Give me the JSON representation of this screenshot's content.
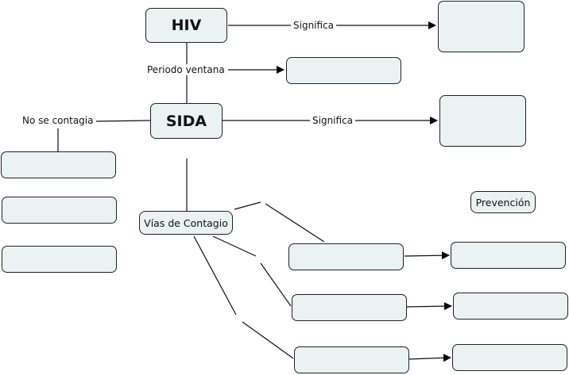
{
  "concept_map": {
    "nodes": {
      "hiv": "HIV",
      "sida": "SIDA",
      "vias": "Vías de Contagio",
      "prevencion": "Prevención",
      "hiv_meaning": "",
      "periodo_box": "",
      "sida_meaning": "",
      "no_contagia_1": "",
      "no_contagia_2": "",
      "no_contagia_3": "",
      "via_1": "",
      "via_2": "",
      "via_3": "",
      "prev_1": "",
      "prev_2": "",
      "prev_3": ""
    },
    "links": {
      "hiv_significa": "Significa",
      "periodo_ventana": "Periodo ventana",
      "sida_significa": "Significa",
      "no_se_contagia": "No se contagia"
    },
    "colors": {
      "node_fill": "#ebf2f4",
      "stroke": "#222222"
    }
  }
}
